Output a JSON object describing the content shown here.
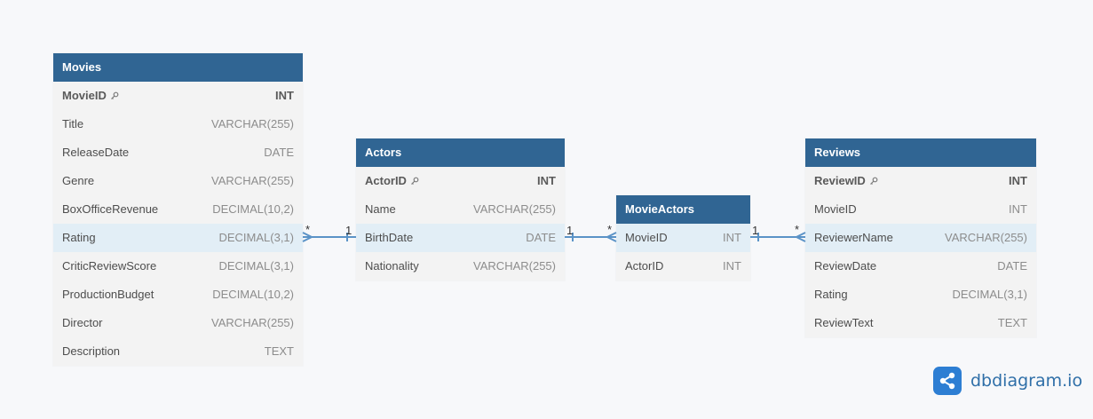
{
  "tables": {
    "movies": {
      "name": "Movies",
      "columns": [
        {
          "name": "MovieID",
          "type": "INT",
          "pk": true
        },
        {
          "name": "Title",
          "type": "VARCHAR(255)"
        },
        {
          "name": "ReleaseDate",
          "type": "DATE"
        },
        {
          "name": "Genre",
          "type": "VARCHAR(255)"
        },
        {
          "name": "BoxOfficeRevenue",
          "type": "DECIMAL(10,2)"
        },
        {
          "name": "Rating",
          "type": "DECIMAL(3,1)",
          "highlighted": true
        },
        {
          "name": "CriticReviewScore",
          "type": "DECIMAL(3,1)"
        },
        {
          "name": "ProductionBudget",
          "type": "DECIMAL(10,2)"
        },
        {
          "name": "Director",
          "type": "VARCHAR(255)"
        },
        {
          "name": "Description",
          "type": "TEXT"
        }
      ]
    },
    "actors": {
      "name": "Actors",
      "columns": [
        {
          "name": "ActorID",
          "type": "INT",
          "pk": true
        },
        {
          "name": "Name",
          "type": "VARCHAR(255)"
        },
        {
          "name": "BirthDate",
          "type": "DATE",
          "highlighted": true
        },
        {
          "name": "Nationality",
          "type": "VARCHAR(255)"
        }
      ]
    },
    "movieactors": {
      "name": "MovieActors",
      "columns": [
        {
          "name": "MovieID",
          "type": "INT",
          "highlighted": true
        },
        {
          "name": "ActorID",
          "type": "INT"
        }
      ]
    },
    "reviews": {
      "name": "Reviews",
      "columns": [
        {
          "name": "ReviewID",
          "type": "INT",
          "pk": true
        },
        {
          "name": "MovieID",
          "type": "INT"
        },
        {
          "name": "ReviewerName",
          "type": "VARCHAR(255)",
          "highlighted": true
        },
        {
          "name": "ReviewDate",
          "type": "DATE"
        },
        {
          "name": "Rating",
          "type": "DECIMAL(3,1)"
        },
        {
          "name": "ReviewText",
          "type": "TEXT"
        }
      ]
    }
  },
  "relationships": [
    {
      "id": "movies-actors",
      "from_card": "*",
      "to_card": "1"
    },
    {
      "id": "actors-movieactors",
      "from_card": "1",
      "to_card": "*"
    },
    {
      "id": "movieactors-reviews",
      "from_card": "1",
      "to_card": "*"
    }
  ],
  "colors": {
    "header": "#306593",
    "highlight_row": "#e2eef6",
    "edge": "#5b93c7",
    "brand": "#2d7ed3"
  },
  "brand": {
    "text": "dbdiagram.io",
    "icon": "share-nodes-icon"
  }
}
